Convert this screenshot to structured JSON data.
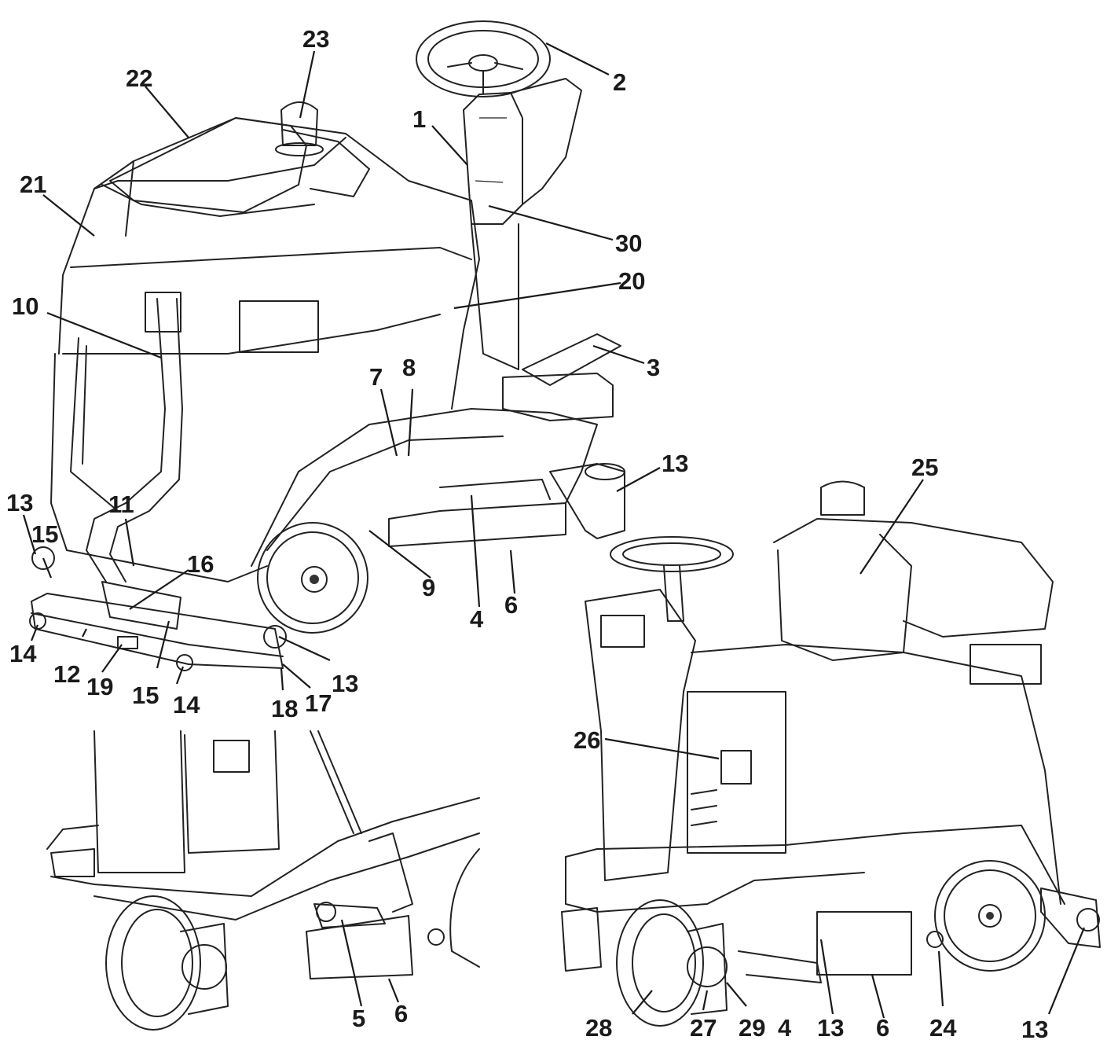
{
  "callouts": {
    "c1": "1",
    "c2": "2",
    "c3": "3",
    "c4a": "4",
    "c4b": "4",
    "c5": "5",
    "c6a": "6",
    "c6b": "6",
    "c6c": "6",
    "c7": "7",
    "c8": "8",
    "c9": "9",
    "c10": "10",
    "c11": "11",
    "c12": "12",
    "c13a": "13",
    "c13b": "13",
    "c13c": "13",
    "c13d": "13",
    "c13e": "13",
    "c14a": "14",
    "c14b": "14",
    "c15a": "15",
    "c15b": "15",
    "c16": "16",
    "c17": "17",
    "c18": "18",
    "c19": "19",
    "c20": "20",
    "c21": "21",
    "c22": "22",
    "c23": "23",
    "c24": "24",
    "c25": "25",
    "c26": "26",
    "c27": "27",
    "c28": "28",
    "c29": "29",
    "c30": "30"
  },
  "colors": {
    "line": "#222222",
    "label": "#1a1a1a",
    "background": "#ffffff"
  }
}
